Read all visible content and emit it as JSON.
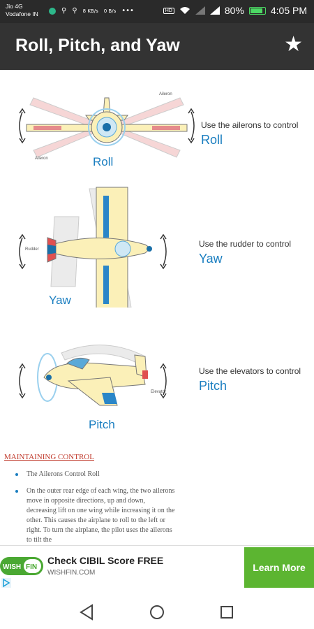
{
  "status": {
    "carrier1": "Jio 4G",
    "carrier2": "Vodafone IN",
    "speed1": "8 KB/s",
    "speed2": "0 B/s",
    "battery": "80%",
    "time": "4:05 PM"
  },
  "app": {
    "title": "Roll, Pitch, and Yaw"
  },
  "diagrams": [
    {
      "plane_label": "Roll",
      "caption": "Use the ailerons to control",
      "axis": "Roll",
      "part_labels": [
        "Aileron",
        "Aileron"
      ]
    },
    {
      "plane_label": "Yaw",
      "caption": "Use the rudder to control",
      "axis": "Yaw",
      "part_labels": [
        "Rudder"
      ]
    },
    {
      "plane_label": "Pitch",
      "caption": "Use the elevators to control",
      "axis": "Pitch",
      "part_labels": [
        "Elevator"
      ]
    }
  ],
  "article": {
    "heading": "MAINTAINING CONTROL",
    "bullets": [
      "The Ailerons Control Roll",
      "On the outer rear edge of each wing, the two ailerons move in opposite directions, up and down, decreasing lift on one wing while increasing it on the other. This causes the airplane to roll to the left or right. To turn the airplane, the pilot uses the ailerons to tilt the"
    ]
  },
  "ad": {
    "logo_text": "WISHFIN",
    "title": "Check CIBIL Score FREE",
    "url": "WISHFIN.COM",
    "button": "Learn More"
  },
  "icons": {
    "favorite": "star-icon",
    "back": "triangle-back-icon",
    "home": "circle-home-icon",
    "recents": "square-recents-icon"
  },
  "colors": {
    "app_bar": "#333333",
    "accent": "#1a7ec0",
    "heading_red": "#c0392b",
    "ad_button": "#5cb531"
  }
}
